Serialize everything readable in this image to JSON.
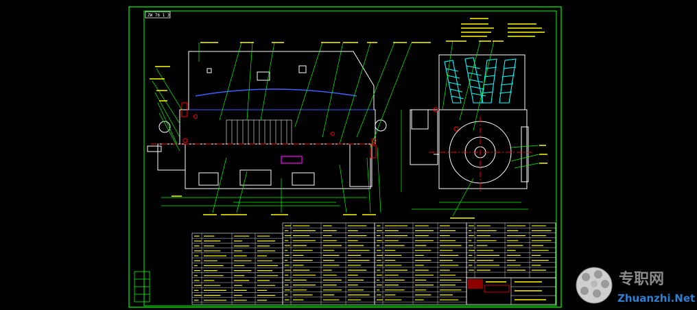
{
  "drawing": {
    "title_block_header": "ZW 76 1 3",
    "colors": {
      "background": "#000000",
      "frame": "#00ff00",
      "outline": "#ffffff",
      "text": "#ffff00",
      "center": "#ff0000",
      "accent": "#00ffff",
      "blue": "#4060ff",
      "magenta": "#ff00ff"
    }
  },
  "watermark": {
    "cn_text": "专职网",
    "site_text": "Zhuanzhi.Net",
    "icon": "globe-logo-icon"
  }
}
